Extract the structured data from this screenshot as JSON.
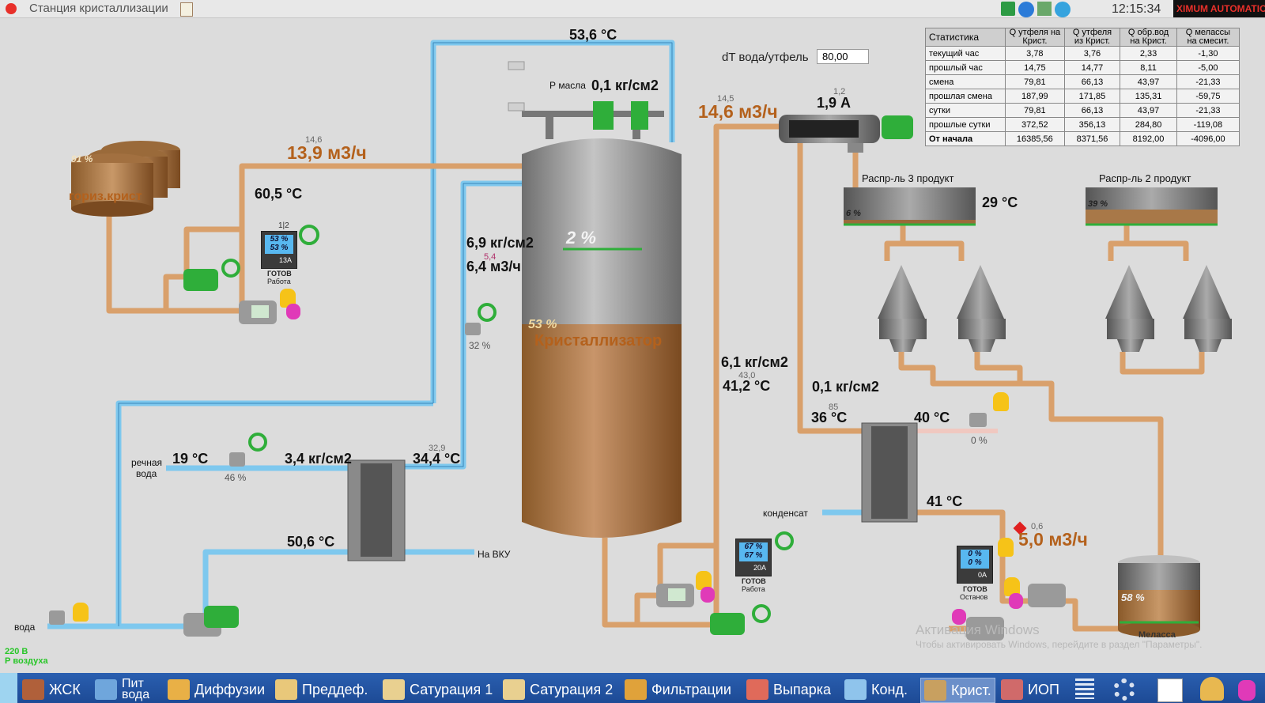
{
  "window": {
    "title": "Станция кристаллизации",
    "time": "12:15:34",
    "brand": "XIMUM AUTOMATION"
  },
  "colors": {
    "water_pipe": "#7ec8ee",
    "product_pipe": "#d9a06b",
    "flow_text": "#b4611c",
    "pump_green": "#2fae3a",
    "taskbar": "#1d4a95"
  },
  "dt": {
    "label": "dT вода/утфель",
    "value": "80,00"
  },
  "stats": {
    "headers": [
      "Статистика",
      "Q утфеля на Крист.",
      "Q утфеля из Крист.",
      "Q обр.вод на Крист.",
      "Q мелассы на смесит."
    ],
    "rows": [
      [
        "текущий час",
        "3,78",
        "3,76",
        "2,33",
        "-1,30"
      ],
      [
        "прошлый час",
        "14,75",
        "14,77",
        "8,11",
        "-5,00"
      ],
      [
        "смена",
        "79,81",
        "66,13",
        "43,97",
        "-21,33"
      ],
      [
        "прошлая смена",
        "187,99",
        "171,85",
        "135,31",
        "-59,75"
      ],
      [
        "сутки",
        "79,81",
        "66,13",
        "43,97",
        "-21,33"
      ],
      [
        "прошлые сутки",
        "372,52",
        "356,13",
        "284,80",
        "-119,08"
      ],
      [
        "От начала",
        "16385,56",
        "8371,56",
        "8192,00",
        "-4096,00"
      ]
    ]
  },
  "readings": {
    "top_temp": "53,6 °C",
    "oil_label": "Р масла",
    "oil_pressure": "0,1 кг/см2",
    "flow_left_small": "14,6",
    "flow_left": "13,9 м3/ч",
    "temp_left": "60,5 °C",
    "tank_left_pct": "91 %",
    "tank_left_name": "гориз.крист",
    "pressure_mid": "6,9 кг/см2",
    "flow_mid_small": "5,4",
    "flow_mid": "6,4 м3/ч",
    "valve_mid_pct": "32 %",
    "river_label_1": "речная",
    "river_label_2": "вода",
    "river_temp": "19 °C",
    "valve_river_pct": "46 %",
    "pressure_hx": "3,4 кг/см2",
    "hx_out_small": "32,9",
    "hx_out_temp": "34,4 °C",
    "return_temp": "50,6 °C",
    "to_vku": "На ВКУ",
    "water_label": "вода",
    "volt": "220 В",
    "air": "Р воздуха",
    "cryst_level_top": "2 %",
    "cryst_level": "53 %",
    "cryst_name": "Кристаллизатор",
    "flow_right_small": "14,5",
    "flow_right": "14,6 м3/ч",
    "screw_small": "1,2",
    "screw_current": "1,9 А",
    "pressure_right": "6,1 кг/см2",
    "temp_right_small": "43,0",
    "temp_right": "41,2 °C",
    "pressure_right2": "0,1 кг/см2",
    "hx2_small": "85",
    "hx2_temp_left": "36 °C",
    "hx2_temp_right": "40 °C",
    "valve_hx2_pct": "0 %",
    "condensate": "конденсат",
    "hx2_temp_bottom": "41 °C",
    "molasses_small": "0,6",
    "molasses_flow": "5,0 м3/ч",
    "dist3_name": "Распр-ль 3 продукт",
    "dist3_pct": "6 %",
    "dist3_temp": "29 °C",
    "dist2_name": "Распр-ль 2 продукт",
    "dist2_pct": "39 %",
    "molasses_pct": "58 %",
    "molasses_name": "Меласса",
    "watermark1": "Активация Windows",
    "watermark2": "Чтобы активировать Windows, перейдите в раздел \"Параметры\"."
  },
  "panels": {
    "p1": {
      "l1": "53 %",
      "l2": "53 %",
      "amp": "13А",
      "state": "ГОТОВ",
      "mode": "Работа",
      "num": "1|2"
    },
    "p2": {
      "l1": "67 %",
      "l2": "67 %",
      "amp": "20А",
      "state": "ГОТОВ",
      "mode": "Работа"
    },
    "p3": {
      "l1": "0 %",
      "l2": "0 %",
      "amp": "0А",
      "state": "ГОТОВ",
      "mode": "Останов"
    }
  },
  "taskbar": [
    "ЖСК",
    "Пит вода",
    "Диффузии",
    "Преддеф.",
    "Сатурация 1",
    "Сатурация 2",
    "Фильтрации",
    "Выпарка",
    "Конд.",
    "Крист.",
    "ИОП"
  ]
}
